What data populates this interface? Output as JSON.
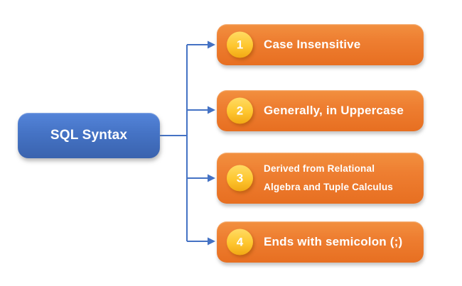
{
  "root_node": {
    "label": "SQL Syntax"
  },
  "items": [
    {
      "number": "1",
      "label": "Case Insensitive"
    },
    {
      "number": "2",
      "label": "Generally, in Uppercase"
    },
    {
      "number": "3",
      "label": "Derived from Relational\nAlgebra and Tuple Calculus"
    },
    {
      "number": "4",
      "label": "Ends with semicolon (;)"
    }
  ],
  "colors": {
    "root_fill": "#4472C4",
    "item_fill": "#ED7D31",
    "badge_fill": "#FEC62F",
    "connector": "#4472C4",
    "text": "#FFFFFF"
  }
}
